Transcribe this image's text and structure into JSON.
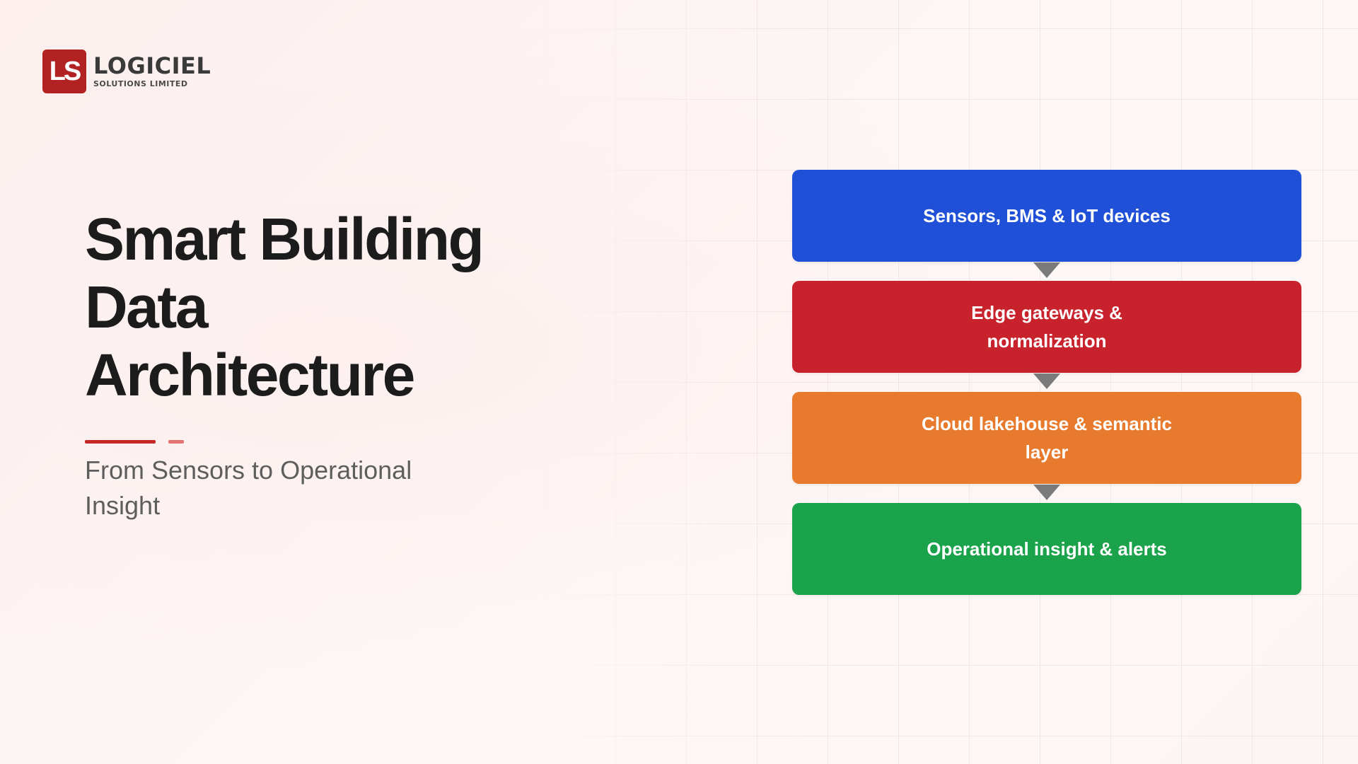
{
  "logo": {
    "mark": "LS",
    "name": "LOGICIEL",
    "tagline": "SOLUTIONS LIMITED"
  },
  "title_lines": [
    "Smart Building",
    "Data",
    "Architecture"
  ],
  "subtitle": "From Sensors to Operational Insight",
  "colors": {
    "accent": "#c62828",
    "accent_light": "#e57373",
    "logo_bg": "#b22222",
    "arrow": "#7a7a7a"
  },
  "flow_steps": [
    {
      "label": "Sensors, BMS & IoT devices",
      "color": "#2050d8"
    },
    {
      "label": "Edge gateways & normalization",
      "color": "#c8232c"
    },
    {
      "label": "Cloud lakehouse & semantic layer",
      "color": "#e87a2e"
    },
    {
      "label": "Operational insight & alerts",
      "color": "#1ba34c"
    }
  ]
}
